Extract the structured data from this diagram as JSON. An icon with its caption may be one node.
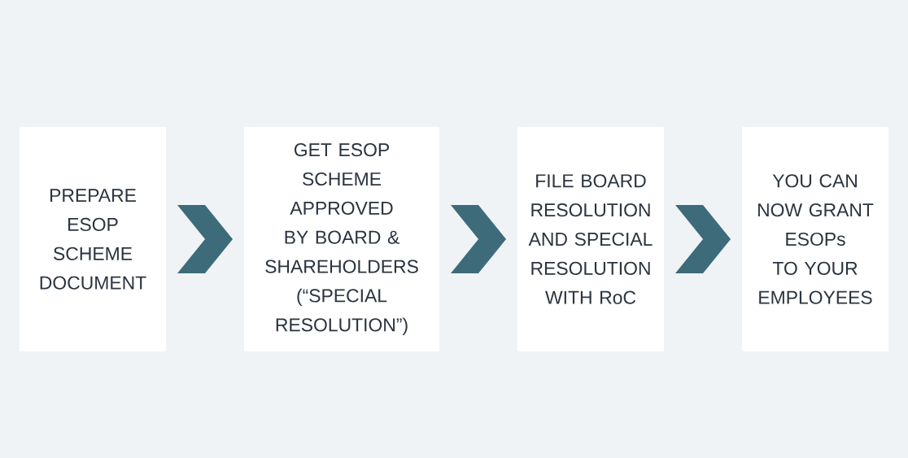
{
  "diagram": {
    "nodes": [
      {
        "text": [
          "PREPARE ESOP SCHEME DOCUMENT"
        ]
      },
      {
        "text": [
          "GET ESOP SCHEME APPROVED BY BOARD & SHAREHOLDERS (“SPECIAL RESOLUTION”)"
        ]
      },
      {
        "text": [
          "FILE BOARD RESOLUTION AND SPECIAL RESOLUTION WITH RoC"
        ]
      },
      {
        "text": [
          "YOU CAN NOW GRANT ESOPs TO YOUR EMPLOYEES"
        ]
      }
    ],
    "edges": [
      {
        "from": 0,
        "to": 1,
        "arrow": "to"
      },
      {
        "from": 1,
        "to": 2,
        "arrow": "to"
      },
      {
        "from": 2,
        "to": 3,
        "arrow": "to"
      }
    ]
  }
}
